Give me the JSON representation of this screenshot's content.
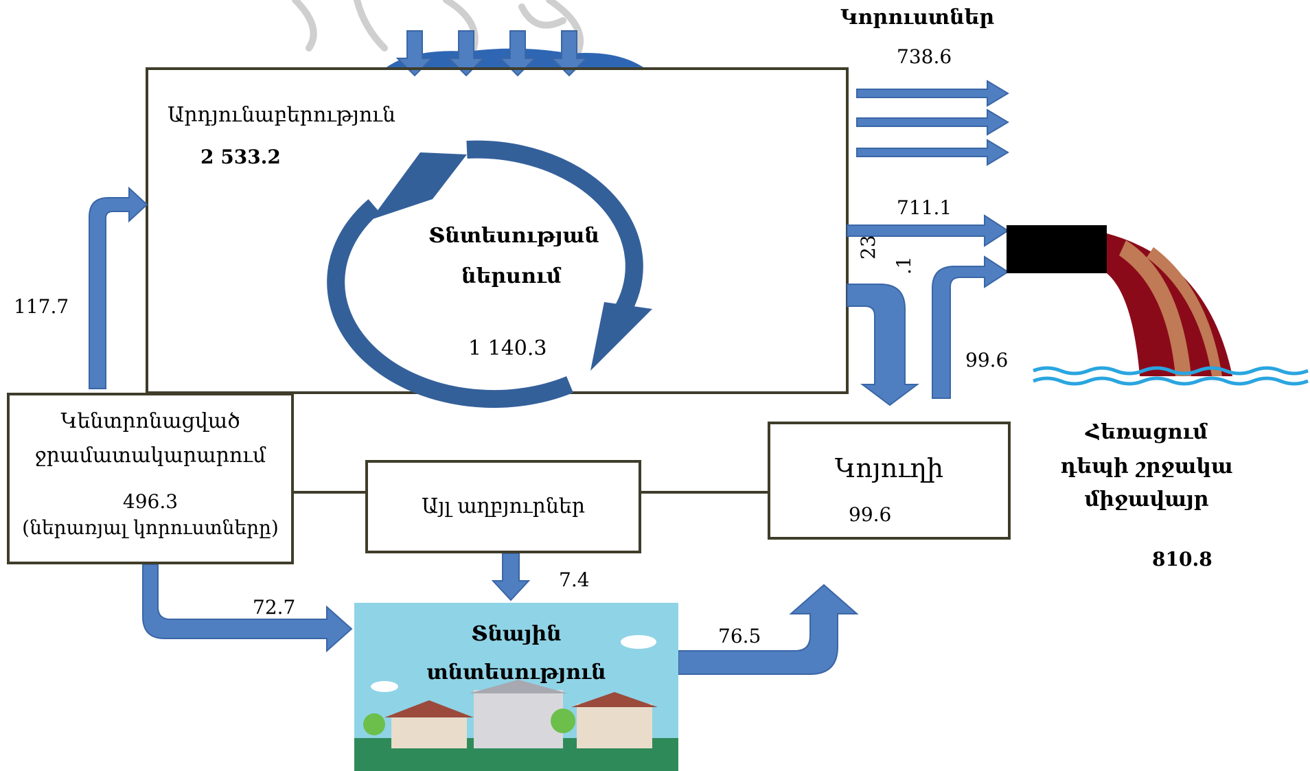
{
  "main_box": {
    "title": "Արդյունաբերություն",
    "value": "2 533.2"
  },
  "cycle": {
    "title_line1": "Տնտեսության",
    "title_line2": "ներսում",
    "value": "1 140.3"
  },
  "losses": {
    "title": "Կորուստներ",
    "value": "738.6"
  },
  "central": {
    "title_line1": "Կենտրոնացված",
    "title_line2": "ջրամատակարարում",
    "value": "496.3",
    "note": "(ներառյալ կորուստները)"
  },
  "other_sources": {
    "title": "Այլ աղբյուրներ"
  },
  "collector": {
    "title": "Կոյուղի",
    "value": "99.6"
  },
  "household": {
    "title_line1": "Տնային",
    "title_line2": "տնտեսություն"
  },
  "discharge": {
    "line1": "Հեռացում",
    "line2": "դեպի շրջակա",
    "line3": "միջավայր",
    "value": "810.8"
  },
  "flows": {
    "central_to_industry": "117.7",
    "industry_to_discharge": "711.1",
    "industry_to_sewer_a": "23",
    "industry_to_sewer_b": ".1",
    "sewer_to_discharge": "99.6",
    "other_to_household": "7.4",
    "central_to_household": "72.7",
    "household_to_sewer": "76.5"
  },
  "colors": {
    "arrow": "#4f7fc0",
    "arrow_edge": "#3a66a6",
    "cycle": "#34609a",
    "box_border": "#3f3d2a",
    "pipe_red": "#8b0a1a",
    "pipe_light": "#c07a55",
    "water": "#2aa5e0",
    "sky": "#8fd3e6"
  }
}
